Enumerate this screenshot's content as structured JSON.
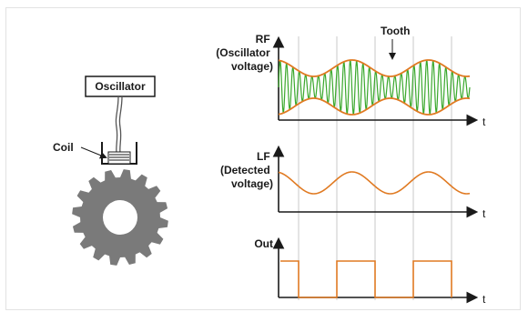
{
  "labels": {
    "oscillator": "Oscillator",
    "coil": "Coil",
    "tooth": "Tooth",
    "rf": [
      "RF",
      "(Oscillator",
      "voltage)"
    ],
    "lf": [
      "LF",
      "(Detected",
      "voltage)"
    ],
    "out": "Out",
    "t_axis": "t"
  },
  "colors": {
    "carrier": "#3aa82c",
    "envelope": "#e07a22",
    "gear": "#7a7a7a",
    "axis": "#1a1a1a",
    "gridline": "#bdbdbd"
  },
  "icons": {
    "gear": "gear-icon",
    "coil": "coil-icon"
  },
  "signals": {
    "envelope_cycles": 2.5,
    "carrier_cycles_per_envelope": 12,
    "output_levels": [
      "high",
      "low",
      "high",
      "low",
      "high",
      "low"
    ]
  }
}
